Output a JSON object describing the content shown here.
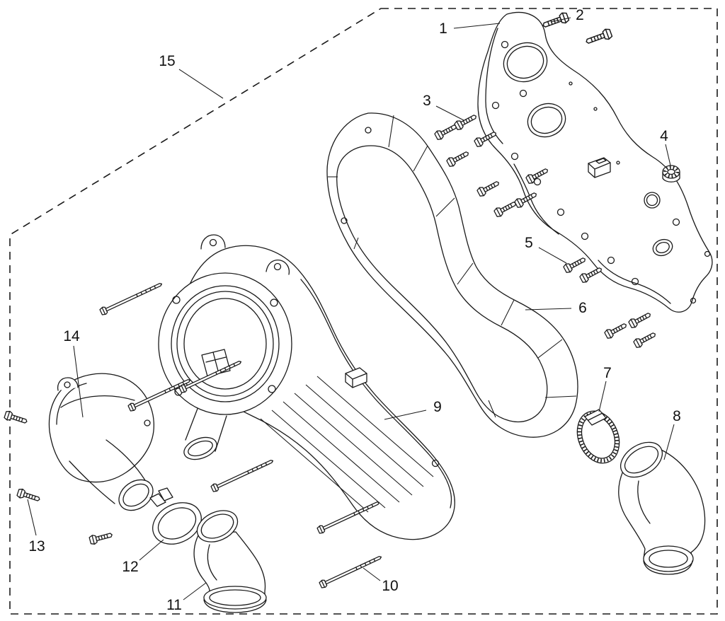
{
  "diagram": {
    "background_color": "#ffffff",
    "line_color": "#1a1a1a",
    "callouts": [
      {
        "label": "1"
      },
      {
        "label": "2"
      },
      {
        "label": "3"
      },
      {
        "label": "4"
      },
      {
        "label": "5"
      },
      {
        "label": "6"
      },
      {
        "label": "7"
      },
      {
        "label": "8"
      },
      {
        "label": "9"
      },
      {
        "label": "10"
      },
      {
        "label": "11"
      },
      {
        "label": "12"
      },
      {
        "label": "13"
      },
      {
        "label": "14"
      },
      {
        "label": "15"
      }
    ]
  }
}
